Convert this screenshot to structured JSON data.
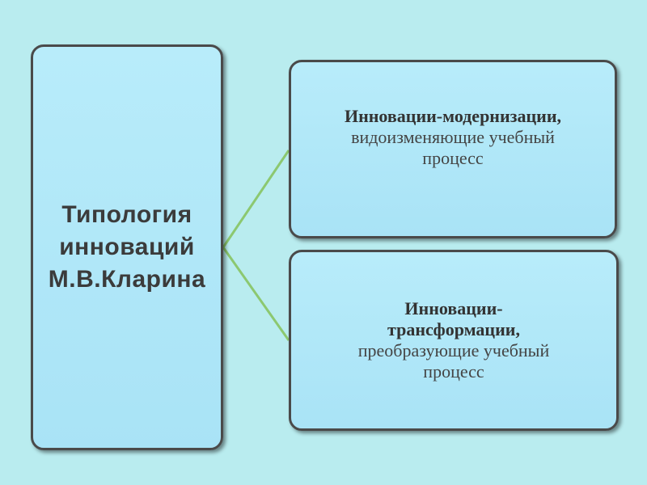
{
  "left_box": {
    "lines": [
      "Типология",
      "инноваций",
      "М.В.Кларина"
    ]
  },
  "top_box": {
    "bold_lines": [
      "Инновации-модернизации,"
    ],
    "normal_lines": [
      "видоизменяющие учебный",
      "процесс"
    ]
  },
  "bottom_box": {
    "bold_lines": [
      "Инновации-",
      "трансформации,"
    ],
    "normal_lines": [
      "преобразующие учебный",
      "процесс"
    ]
  },
  "colors": {
    "background": "#b9ecef",
    "box_fill": "#b8ecfa",
    "box_border": "#4a4a4a",
    "connector": "#8cc870"
  }
}
